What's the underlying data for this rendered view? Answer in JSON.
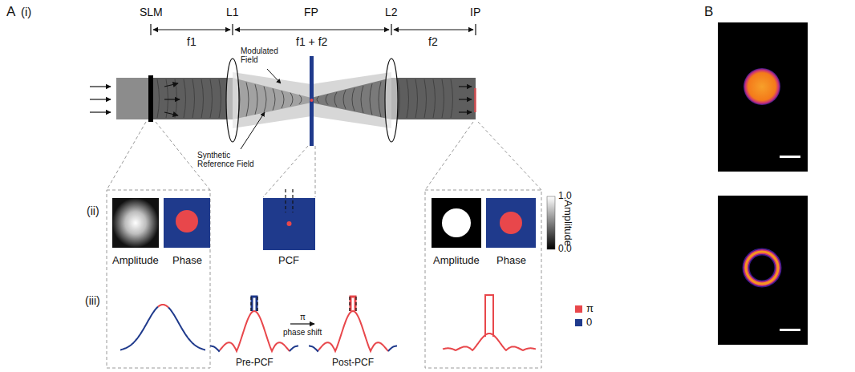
{
  "diagram": {
    "labels": [
      "A",
      "(i)",
      "SLM",
      "L1",
      "FP",
      "L2",
      "IP",
      "f1",
      "f1 + f2",
      "f2",
      "Modulated Field",
      "Synthetic Reference Field",
      "(ii)",
      "Amplitude",
      "Phase",
      "PCF",
      "Amplitude",
      "Phase",
      "Amplitude",
      "1.0",
      "0.0",
      "(iii)",
      "Pre-PCF",
      "π",
      "phase shift",
      "Post-PCF",
      "B"
    ],
    "legend": [
      {
        "text": "π",
        "color": "#e8474b"
      },
      {
        "text": "0",
        "color": "#1f3a8c"
      }
    ]
  }
}
